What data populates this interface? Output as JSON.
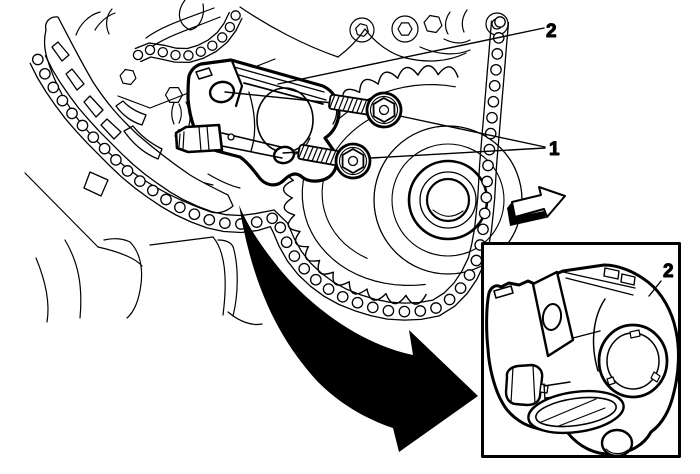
{
  "illustration": {
    "background_color": "#ffffff",
    "ink_color": "#000000",
    "callouts": {
      "bolts": "1",
      "tensioner": "2",
      "tensioner_detail": "2"
    }
  }
}
